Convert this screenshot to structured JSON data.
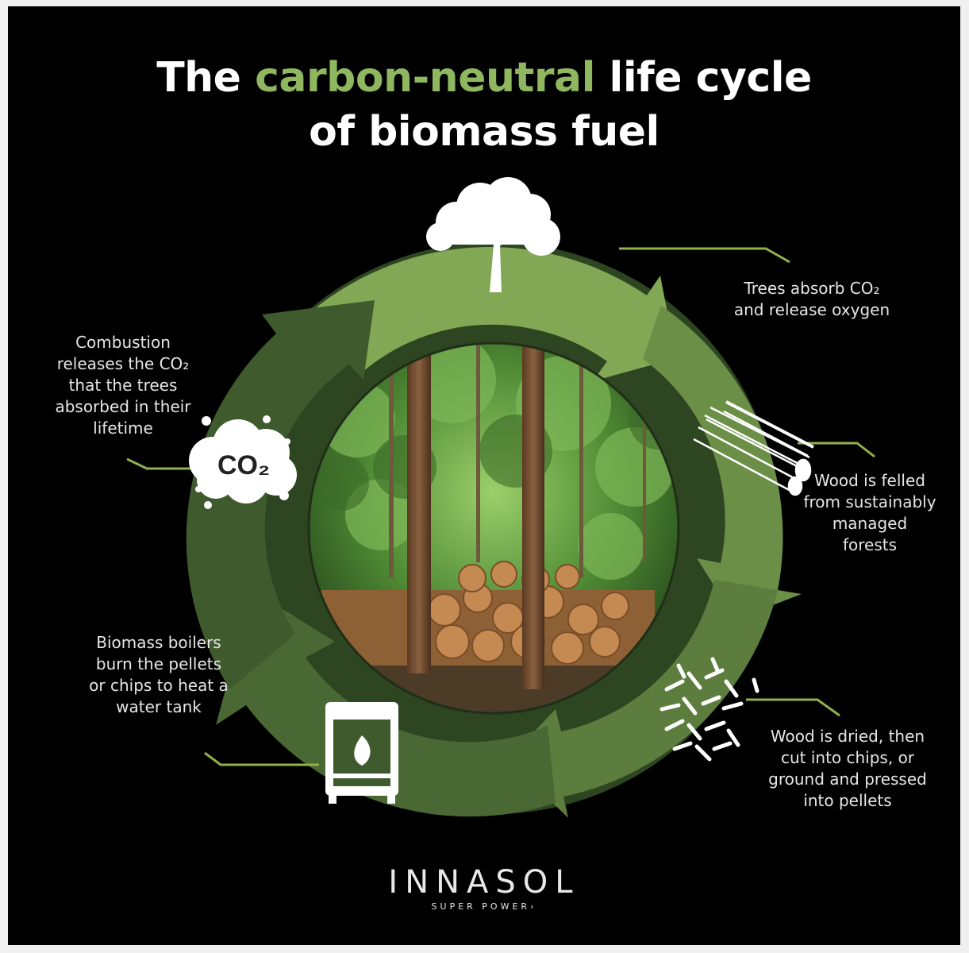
{
  "title": {
    "before": "The ",
    "accent": "carbon-neutral",
    "after": " life cycle",
    "line2": "of biomass fuel"
  },
  "steps": [
    {
      "id": "trees",
      "text": "Trees absorb CO₂ and release oxygen",
      "icon": "tree-icon"
    },
    {
      "id": "felled",
      "text": "Wood is felled from sustainably managed forests",
      "icon": "logs-icon"
    },
    {
      "id": "dried",
      "text": "Wood is dried, then cut into chips, or ground and pressed into pellets",
      "icon": "wood-chips-icon"
    },
    {
      "id": "boilers",
      "text": "Biomass boilers burn the pellets or chips to heat a water tank",
      "icon": "boiler-icon"
    },
    {
      "id": "combustion",
      "text": "Combustion releases the CO₂ that the trees absorbed in their lifetime",
      "icon": "co2-cloud-icon"
    }
  ],
  "co2_icon_label": "CO₂",
  "brand": {
    "name": "INNASOL",
    "tagline": "SUPER POWER›"
  },
  "colors": {
    "background": "#000000",
    "accent": "#8fb760",
    "arrow_light": "#82a855",
    "arrow_mid": "#5c7d3e",
    "arrow_dark": "#3f5a2c",
    "ring": "#2e4522",
    "connector": "#8fb14e"
  }
}
